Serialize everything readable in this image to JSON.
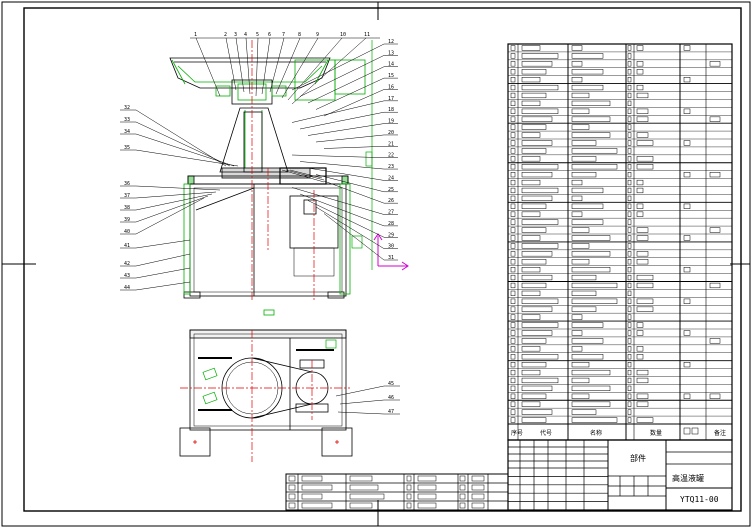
{
  "title_block": {
    "part_label": "部件",
    "drawing_name": "高温液罐",
    "drawing_code": "YTQ11-00"
  },
  "bom": {
    "header_cols": [
      "序号",
      "代号",
      "名称",
      "数量",
      "备注"
    ]
  },
  "leader_labels_top": [
    "1",
    "2",
    "3",
    "4",
    "5",
    "6",
    "7",
    "8",
    "9",
    "10",
    "11"
  ],
  "leader_labels_right": [
    "12",
    "13",
    "14",
    "15",
    "16",
    "17",
    "18",
    "19",
    "20",
    "21",
    "22",
    "23",
    "24",
    "25",
    "26",
    "27",
    "28",
    "29",
    "30",
    "31"
  ],
  "leader_labels_left": [
    "32",
    "33",
    "34",
    "35",
    "36",
    "37",
    "38",
    "39",
    "40",
    "41",
    "42",
    "43",
    "44"
  ],
  "leader_labels_plan": [
    "45",
    "46",
    "47"
  ],
  "colors": {
    "outline": "#000000",
    "part_green": "#00b000",
    "centerline_red": "#e00000",
    "arrow_magenta": "#d000d0",
    "hidden_line": "#008000"
  }
}
